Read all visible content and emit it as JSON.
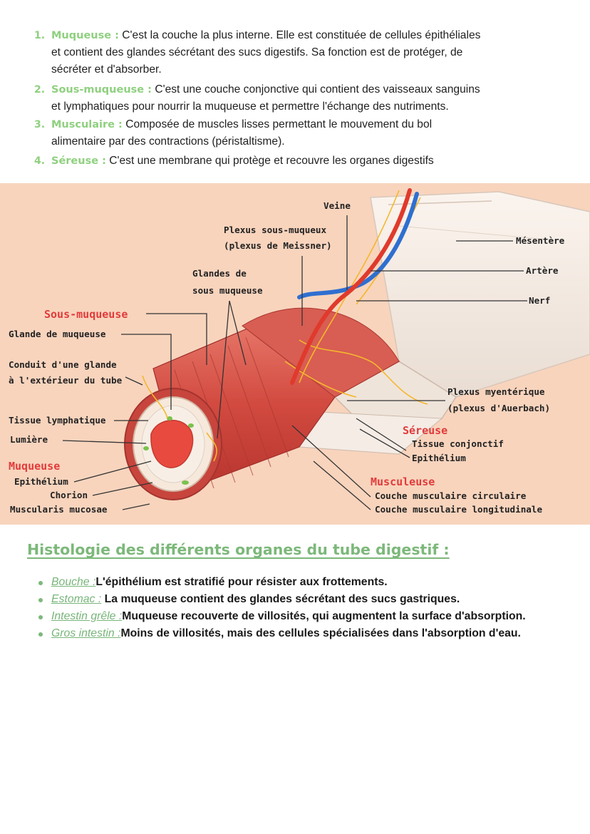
{
  "layers": [
    {
      "num": "1.",
      "term": "Muqueuse :",
      "line1": "C'est la couche la plus interne. Elle est constituée de cellules épithéliales",
      "cont": [
        "et contient des glandes sécrétant des sucs digestifs. Sa fonction est de protéger, de",
        "sécréter et d'absorber."
      ]
    },
    {
      "num": "2.",
      "term": "Sous-muqueuse :",
      "line1": "C'est une couche conjonctive qui contient des vaisseaux sanguins",
      "cont": [
        "et lymphatiques pour nourrir la muqueuse et permettre l'échange des nutriments."
      ]
    },
    {
      "num": "3.",
      "term": "Musculaire :",
      "line1": "Composée de muscles lisses permettant le mouvement du bol",
      "cont": [
        "alimentaire par des contractions (péristaltisme)."
      ]
    },
    {
      "num": "4.",
      "term": "Séreuse :",
      "line1": "C'est une membrane qui protège et recouvre les organes digestifs",
      "cont": []
    }
  ],
  "diagram": {
    "labels": {
      "veine": "Veine",
      "plexus_sm_1": "Plexus sous-muqueux",
      "plexus_sm_2": "(plexus de Meissner)",
      "glandes_1": "Glandes de",
      "glandes_2": "sous muqueuse",
      "sous_muqueuse": "Sous-muqueuse",
      "glande_muqueuse": "Glande de muqueuse",
      "conduit_1": "Conduit d'une glande",
      "conduit_2": "à l'extérieur du tube",
      "tissue_lymph": "Tissue lymphatique",
      "lumiere": "Lumière",
      "muqueuse": "Muqueuse",
      "epithelium": "Epithélium",
      "chorion": "Chorion",
      "muscularis": "Muscularis mucosae",
      "mesentere": "Mésentère",
      "artere": "Artère",
      "nerf": "Nerf",
      "plexus_my_1": "Plexus myentérique",
      "plexus_my_2": "(plexus d'Auerbach)",
      "sereuse": "Séreuse",
      "tissue_conj": "Tissue conjonctif",
      "epithelium2": "Epithélium",
      "musculeuse": "Musculeuse",
      "couche_circ": "Couche musculaire circulaire",
      "couche_long": "Couche musculaire longitudinale"
    }
  },
  "histology": {
    "title": "Histologie des différents organes du tube digestif :",
    "items": [
      {
        "organ": "Bouche :",
        "text": "L'épithélium est stratifié pour résister aux frottements."
      },
      {
        "organ": "Estomac :",
        "text": "La muqueuse contient des glandes sécrétant des sucs gastriques."
      },
      {
        "organ": "Intestin grêle :",
        "text": "Muqueuse recouverte de villosités, qui augmentent la surface d'absorption."
      },
      {
        "organ": "Gros intestin :",
        "text": "Moins de villosités, mais des cellules spécialisées dans l'absorption d'eau."
      }
    ]
  },
  "colors": {
    "accent_green": "#8fd07f",
    "label_red": "#e23b3b",
    "diagram_bg": "#f8d4bd",
    "muscle": "#d9544a"
  }
}
